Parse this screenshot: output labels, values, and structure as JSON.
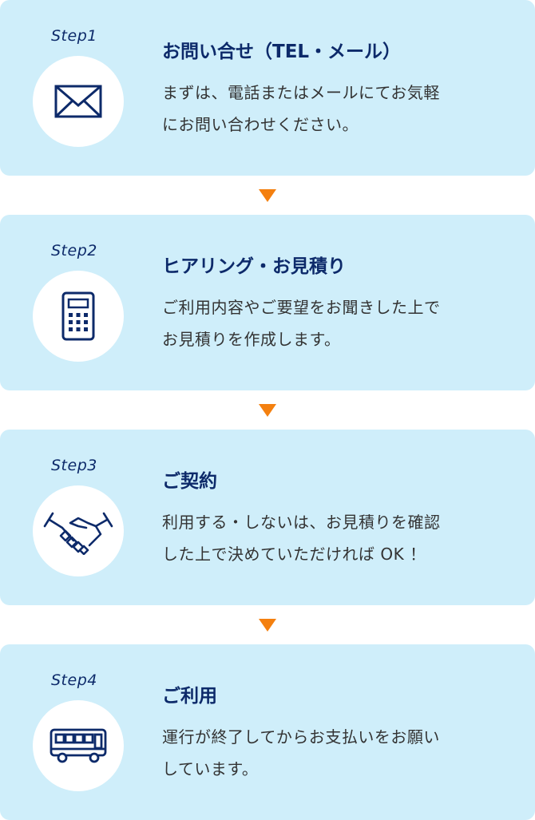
{
  "accent_color": "#f4800f",
  "card_color": "#cfeefa",
  "text_color": "#0d2a6a",
  "steps": [
    {
      "label": "Step1",
      "icon": "envelope-icon",
      "title": "お問い合せ（TEL・メール）",
      "line1": "まずは、電話またはメールにてお気軽",
      "line2": "にお問い合わせください。"
    },
    {
      "label": "Step2",
      "icon": "calculator-icon",
      "title": "ヒアリング・お見積り",
      "line1": "ご利用内容やご要望をお聞きした上で",
      "line2": "お見積りを作成します。"
    },
    {
      "label": "Step3",
      "icon": "handshake-icon",
      "title": "ご契約",
      "line1": "利用する・しないは、お見積りを確認",
      "line2": "した上で決めていただければ OK ！"
    },
    {
      "label": "Step4",
      "icon": "bus-icon",
      "title": "ご利用",
      "line1": "運行が終了してからお支払いをお願い",
      "line2": "しています。"
    }
  ]
}
